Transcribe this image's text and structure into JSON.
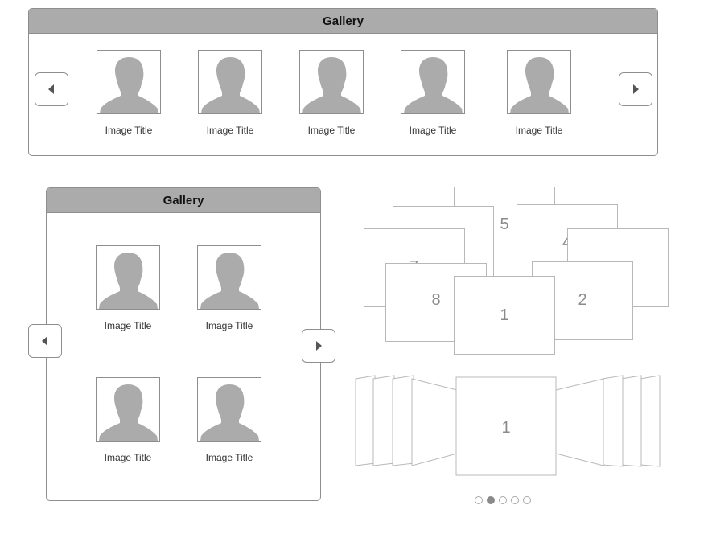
{
  "horizontal_gallery": {
    "title": "Gallery",
    "items": [
      {
        "caption": "Image Title"
      },
      {
        "caption": "Image Title"
      },
      {
        "caption": "Image Title"
      },
      {
        "caption": "Image Title"
      },
      {
        "caption": "Image Title"
      }
    ],
    "prev_icon": "chevron-left-icon",
    "next_icon": "chevron-right-icon"
  },
  "grid_gallery": {
    "title": "Gallery",
    "items": [
      {
        "caption": "Image Title"
      },
      {
        "caption": "Image Title"
      },
      {
        "caption": "Image Title"
      },
      {
        "caption": "Image Title"
      }
    ],
    "prev_icon": "chevron-left-icon",
    "next_icon": "chevron-right-icon"
  },
  "stacked_carousel": {
    "cards": [
      {
        "label": "5"
      },
      {
        "label": "4"
      },
      {
        "label": "7"
      },
      {
        "label": "3"
      },
      {
        "label": "8"
      },
      {
        "label": "2"
      },
      {
        "label": "1"
      }
    ]
  },
  "coverflow": {
    "center_label": "1",
    "pagination": {
      "count": 5,
      "active_index": 1
    }
  },
  "colors": {
    "header": "#ababab",
    "border": "#8e8e8e",
    "silhouette": "#ababab"
  }
}
